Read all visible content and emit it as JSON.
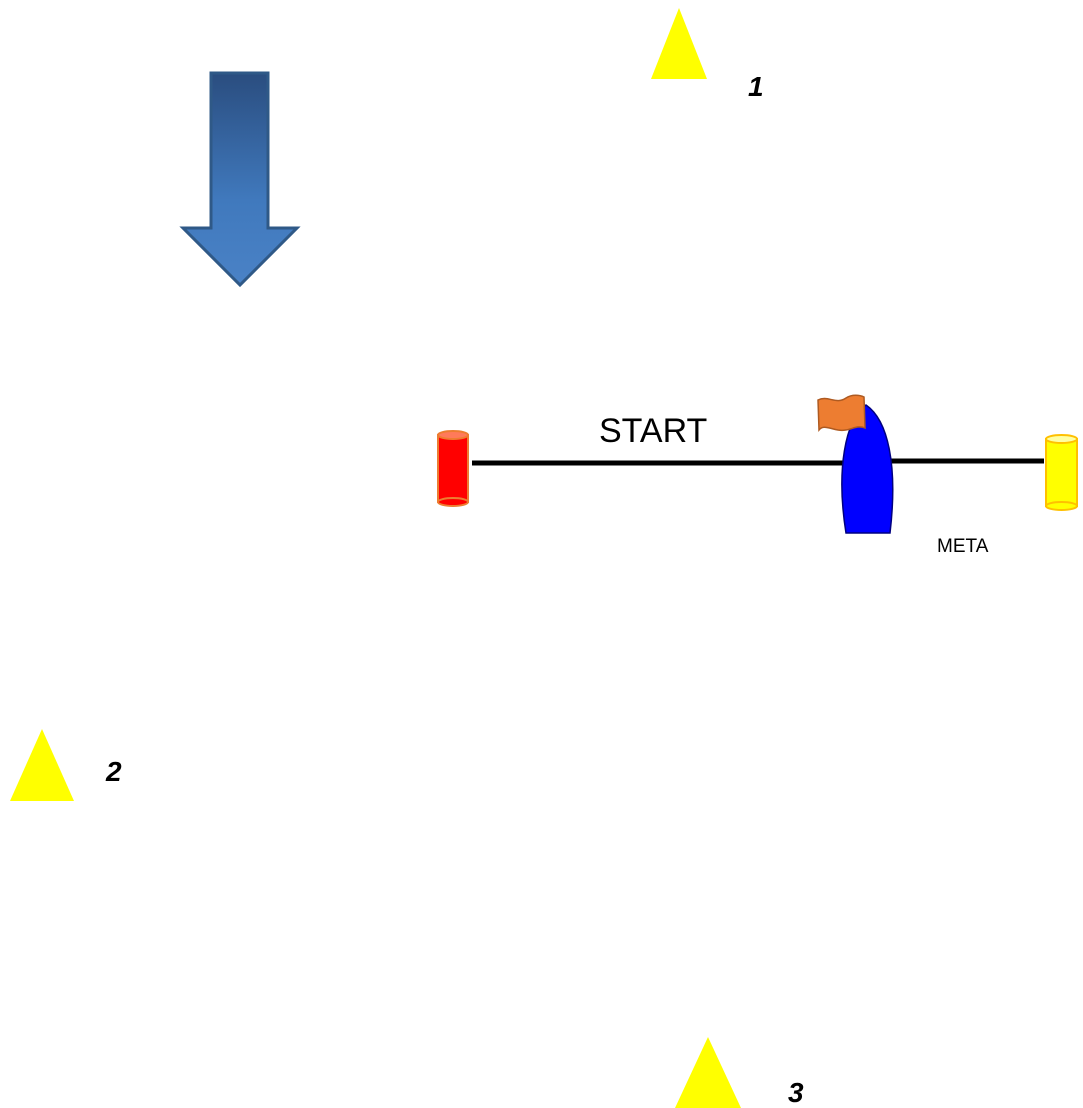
{
  "marks": [
    {
      "id": "1",
      "label": "1",
      "color": "#ffff00"
    },
    {
      "id": "2",
      "label": "2",
      "color": "#ffff00"
    },
    {
      "id": "3",
      "label": "3",
      "color": "#ffff00"
    }
  ],
  "labels": {
    "start": "START",
    "meta": "META"
  },
  "wind_arrow": {
    "icon": "wind-direction-arrow-down",
    "color": "#3f73b3"
  },
  "start_line": {
    "pin_buoy_color": "#ff0000",
    "finish_buoy_color": "#ffff00",
    "committee_boat_color": "#0000ff",
    "flag_color": "#ed7d31",
    "line_color": "#000000"
  }
}
